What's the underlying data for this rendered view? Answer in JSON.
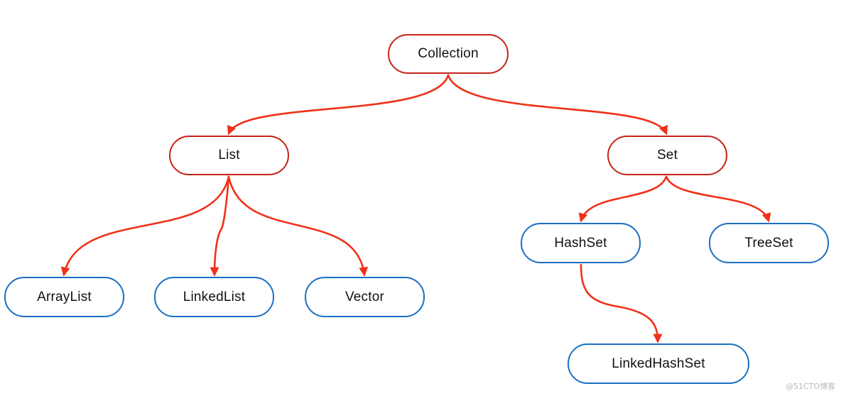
{
  "nodes": {
    "collection": "Collection",
    "list": "List",
    "set": "Set",
    "arraylist": "ArrayList",
    "linkedlist": "LinkedList",
    "vector": "Vector",
    "hashset": "HashSet",
    "treeset": "TreeSet",
    "linkedhashset": "LinkedHashSet"
  },
  "edges": [
    [
      "Collection",
      "List"
    ],
    [
      "Collection",
      "Set"
    ],
    [
      "List",
      "ArrayList"
    ],
    [
      "List",
      "LinkedList"
    ],
    [
      "List",
      "Vector"
    ],
    [
      "Set",
      "HashSet"
    ],
    [
      "Set",
      "TreeSet"
    ],
    [
      "HashSet",
      "LinkedHashSet"
    ]
  ],
  "colors": {
    "interface_border": "#c42418",
    "class_border": "#1a6fc2",
    "arrow": "#f03018"
  },
  "watermark": "@51CTO博客"
}
